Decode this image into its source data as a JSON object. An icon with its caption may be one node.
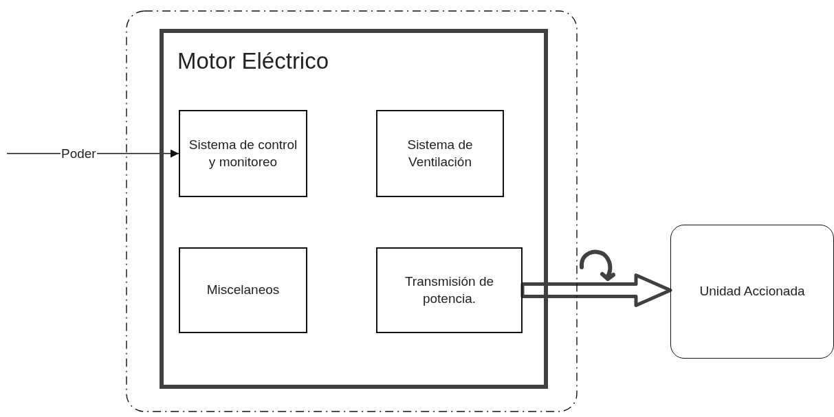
{
  "diagram": {
    "nodes": [
      {
        "text": [],
        "shape": "box"
      },
      {
        "text": [
          "Motor Eléctrico"
        ],
        "in": 0
      },
      {
        "text": [
          "Sistema de control y monitoreo"
        ],
        "in": 1
      },
      {
        "text": [
          "Sistema de Ventilación"
        ],
        "in": 1
      },
      {
        "text": [
          "Miscelaneos"
        ],
        "in": 1
      },
      {
        "text": [
          "Transmisión de potencia."
        ],
        "in": 1
      },
      {
        "text": [
          "Unidad Accionada"
        ]
      }
    ],
    "edges": [
      {
        "from": null,
        "to": 2,
        "arrow": "to",
        "label": "Poder"
      },
      {
        "from": 5,
        "to": 6,
        "arrow": "to",
        "style": "thick"
      }
    ]
  }
}
